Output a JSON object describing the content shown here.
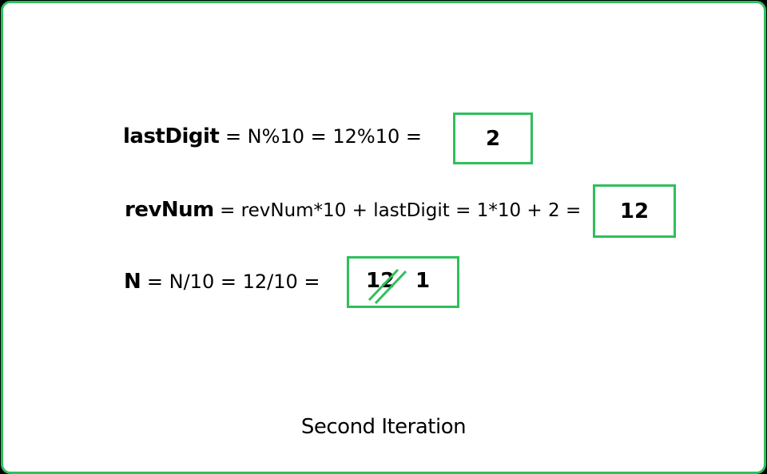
{
  "rows": [
    {
      "label": "lastDigit",
      "expression": " = N%10 = 12%10  =",
      "result": "2"
    },
    {
      "label": "revNum",
      "expression": " = revNum*10 + lastDigit = 1*10 + 2 =",
      "result": "12"
    },
    {
      "label": "N",
      "expression": " = N/10  = 12/10 =",
      "old_value": "12",
      "result": "1"
    }
  ],
  "caption": "Second Iteration",
  "colors": {
    "accent": "#2fbf5b",
    "frame_bg": "#000000"
  }
}
